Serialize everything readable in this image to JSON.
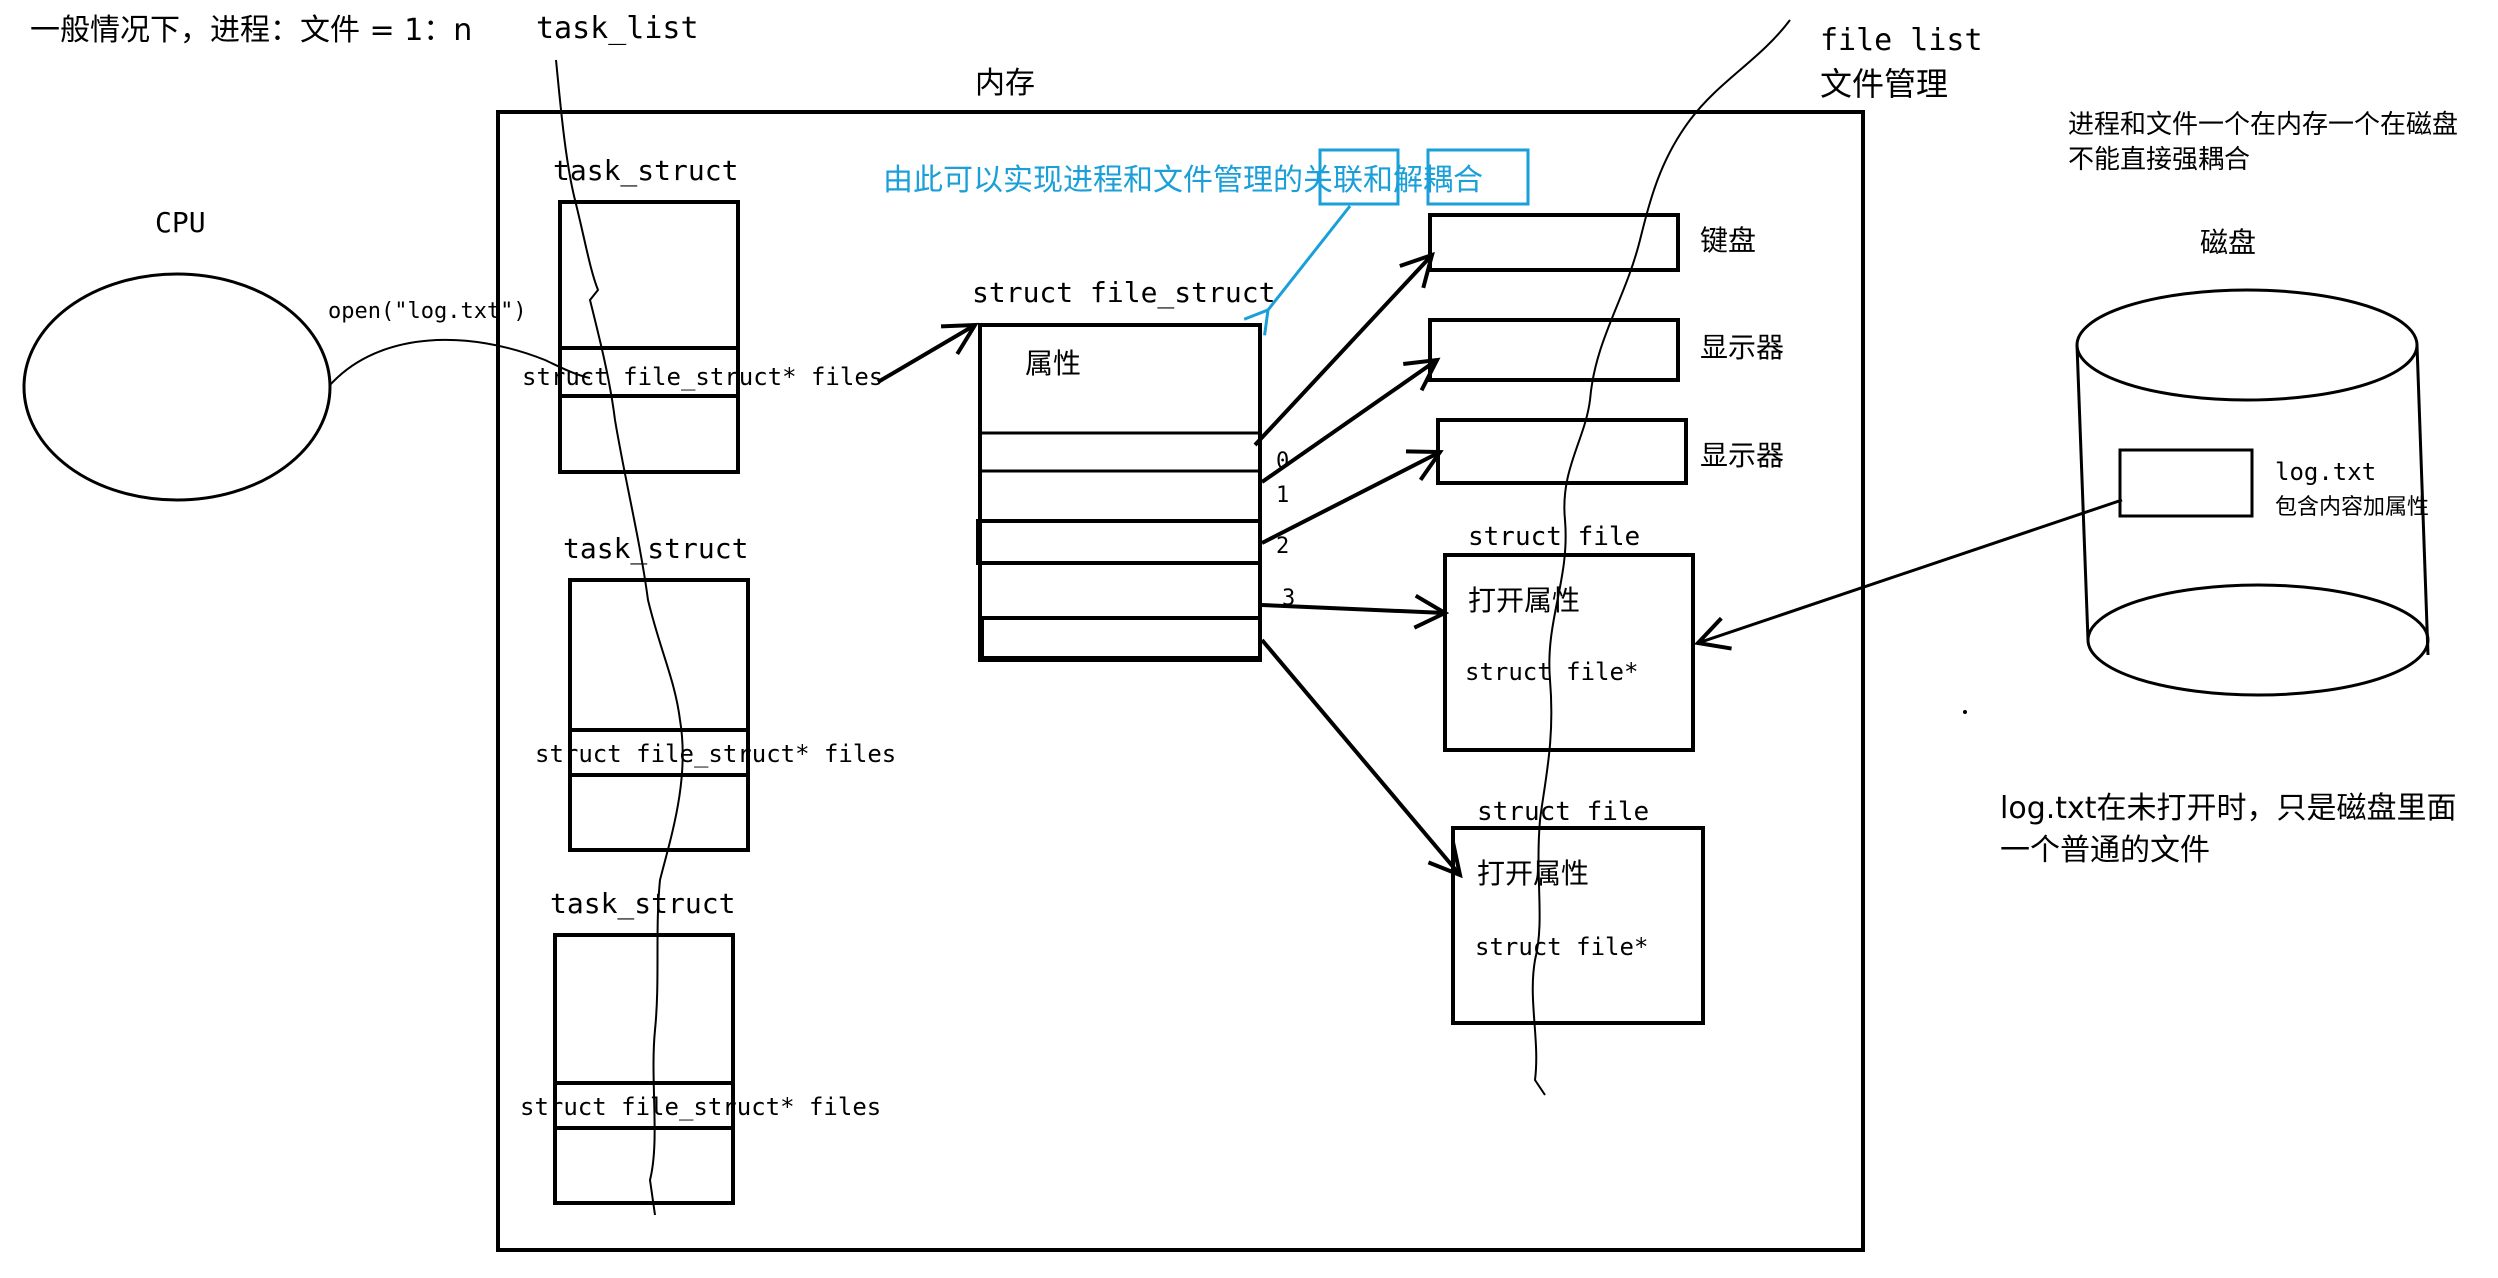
{
  "top_note": "一般情况下，进程：文件 = 1：n",
  "task_list_label": "task_list",
  "file_list_label": "file list",
  "file_mgmt_label": "文件管理",
  "memory_label": "内存",
  "cpu_label": "CPU",
  "open_call": "open(\"log.txt\")",
  "task_struct_title": "task_struct",
  "task_struct_files": "struct file_struct* files",
  "file_struct_title": "struct file_struct",
  "file_struct_attr": "属性",
  "fd_indices": [
    "0",
    "1",
    "2",
    "3"
  ],
  "blue_note": "由此可以实现进程和文件管理的关联和解耦合",
  "device_labels": [
    "键盘",
    "显示器",
    "显示器"
  ],
  "struct_file_title": "struct file",
  "struct_file_attr": "打开属性",
  "struct_file_ptr": "struct file*",
  "disk_note_line1": "进程和文件一个在内存一个在磁盘",
  "disk_note_line2": "不能直接强耦合",
  "disk_label": "磁盘",
  "disk_file_name": "log.txt",
  "disk_file_desc": "包含内容加属性",
  "bottom_note_line1": "log.txt在未打开时，只是磁盘里面",
  "bottom_note_line2": "一个普通的文件",
  "colors": {
    "ink": "#000000",
    "highlight": "#1a9fd8"
  }
}
